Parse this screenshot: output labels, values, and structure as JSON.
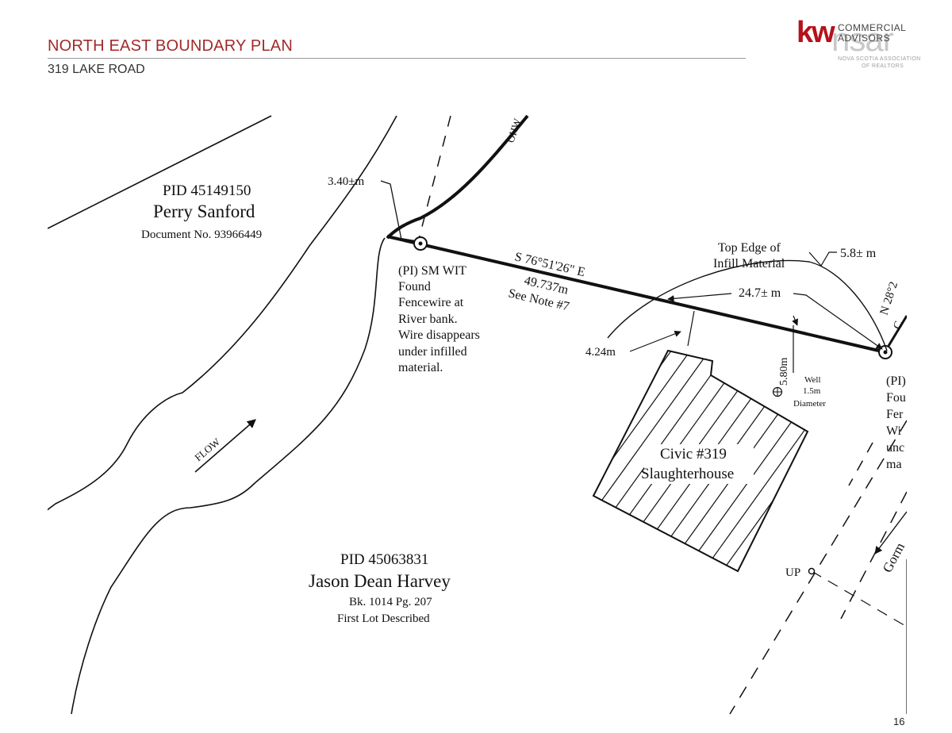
{
  "header": {
    "title": "NORTH EAST BOUNDARY PLAN",
    "subtitle": "319 LAKE ROAD"
  },
  "logo": {
    "kw": "kw",
    "line1": "COMMERCIAL",
    "line2": "ADVISORS",
    "nsar": "nsar",
    "assoc1": "NOVA SCOTIA ASSOCIATION",
    "assoc2": "OF REALTORS"
  },
  "plan": {
    "pid_nw": "PID 45149150",
    "owner_nw": "Perry Sanford",
    "doc_nw": "Document No. 93966449",
    "pid_sw": "PID 45063831",
    "owner_sw": "Jason Dean Harvey",
    "book_sw": "Bk. 1014 Pg. 207",
    "lot_sw": "First Lot Described",
    "dim_340": "3.40±m",
    "ohw": "OHW",
    "bearing": "S 76°51'26\" E",
    "distance": "49.737m",
    "note": "See Note #7",
    "pi_note": [
      "(PI) SM WIT",
      "Found",
      "Fencewire at",
      "River bank.",
      "Wire disappears",
      "under infilled",
      "material."
    ],
    "top_edge_1": "Top Edge of",
    "top_edge_2": "Infill Material",
    "dim_58": "5.8± m",
    "dim_247": "24.7± m",
    "dim_424": "4.24m",
    "dim_580": "5.80m",
    "well_1": "Well",
    "well_2": "1.5m",
    "well_3": "Diameter",
    "bearing_ne": "N 28°2",
    "bearing_ne_c": "C",
    "pi_right": [
      "(PI)",
      "Fou",
      "Fer",
      "Wi",
      "unc",
      "ma"
    ],
    "civic": "Civic #319",
    "building": "Slaughterhouse",
    "flow": "FLOW",
    "up": "UP",
    "road": "Gorm"
  },
  "page_number": "16"
}
